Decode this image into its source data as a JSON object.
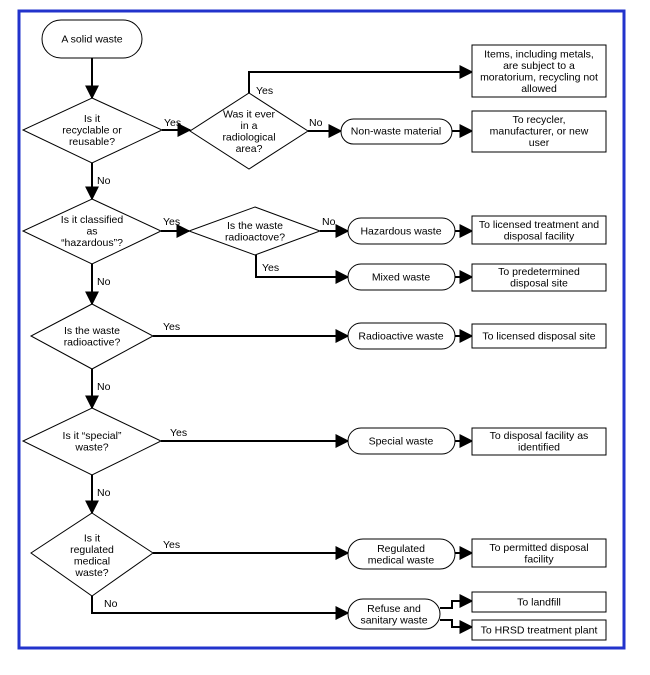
{
  "colors": {
    "border": "#2233cc",
    "line": "#000000",
    "fill": "#ffffff"
  },
  "nodes": {
    "start": [
      "A solid waste"
    ],
    "q_recyclable": [
      "Is it",
      "recyclable or",
      "reusable?"
    ],
    "q_radiological_area": [
      "Was it ever",
      "in a",
      "radiological",
      "area?"
    ],
    "q_hazardous": [
      "Is it classified",
      "as",
      "“hazardous”?"
    ],
    "q_waste_radioactive": [
      "Is the waste",
      "radioactove?"
    ],
    "q_radioactive": [
      "Is the waste",
      "radioactive?"
    ],
    "q_special": [
      "Is it “special”",
      "waste?"
    ],
    "q_medical": [
      "Is it",
      "regulated",
      "medical",
      "waste?"
    ],
    "t_nonwaste": [
      "Non-waste material"
    ],
    "t_hazardous": [
      "Hazardous waste"
    ],
    "t_mixed": [
      "Mixed waste"
    ],
    "t_radioactive": [
      "Radioactive waste"
    ],
    "t_special": [
      "Special waste"
    ],
    "t_medical": [
      "Regulated",
      "medical waste"
    ],
    "t_refuse": [
      "Refuse and",
      "sanitary waste"
    ],
    "d_moratorium": [
      "Items, including metals,",
      "are subject to a",
      "moratorium, recycling not",
      "allowed"
    ],
    "d_recycler": [
      "To recycler,",
      "manufacturer, or new",
      "user"
    ],
    "d_licensed_treatment": [
      "To licensed treatment and",
      "disposal facility"
    ],
    "d_predetermined": [
      "To predetermined",
      "disposal site"
    ],
    "d_licensed_disposal": [
      "To licensed disposal site"
    ],
    "d_disposal_identified": [
      "To disposal facility as",
      "identified"
    ],
    "d_permitted": [
      "To permitted disposal",
      "facility"
    ],
    "d_landfill": [
      "To landfill"
    ],
    "d_hrsd": [
      "To HRSD treatment plant"
    ]
  },
  "edge_labels": {
    "recyclable_yes": "Yes",
    "recyclable_no": "No",
    "radiological_yes": "Yes",
    "radiological_no": "No",
    "hazardous_yes": "Yes",
    "hazardous_no": "No",
    "waste_radioactive_no": "No",
    "waste_radioactive_yes": "Yes",
    "radioactive_yes": "Yes",
    "radioactive_no": "No",
    "special_yes": "Yes",
    "special_no": "No",
    "medical_yes": "Yes",
    "medical_no": "No"
  }
}
